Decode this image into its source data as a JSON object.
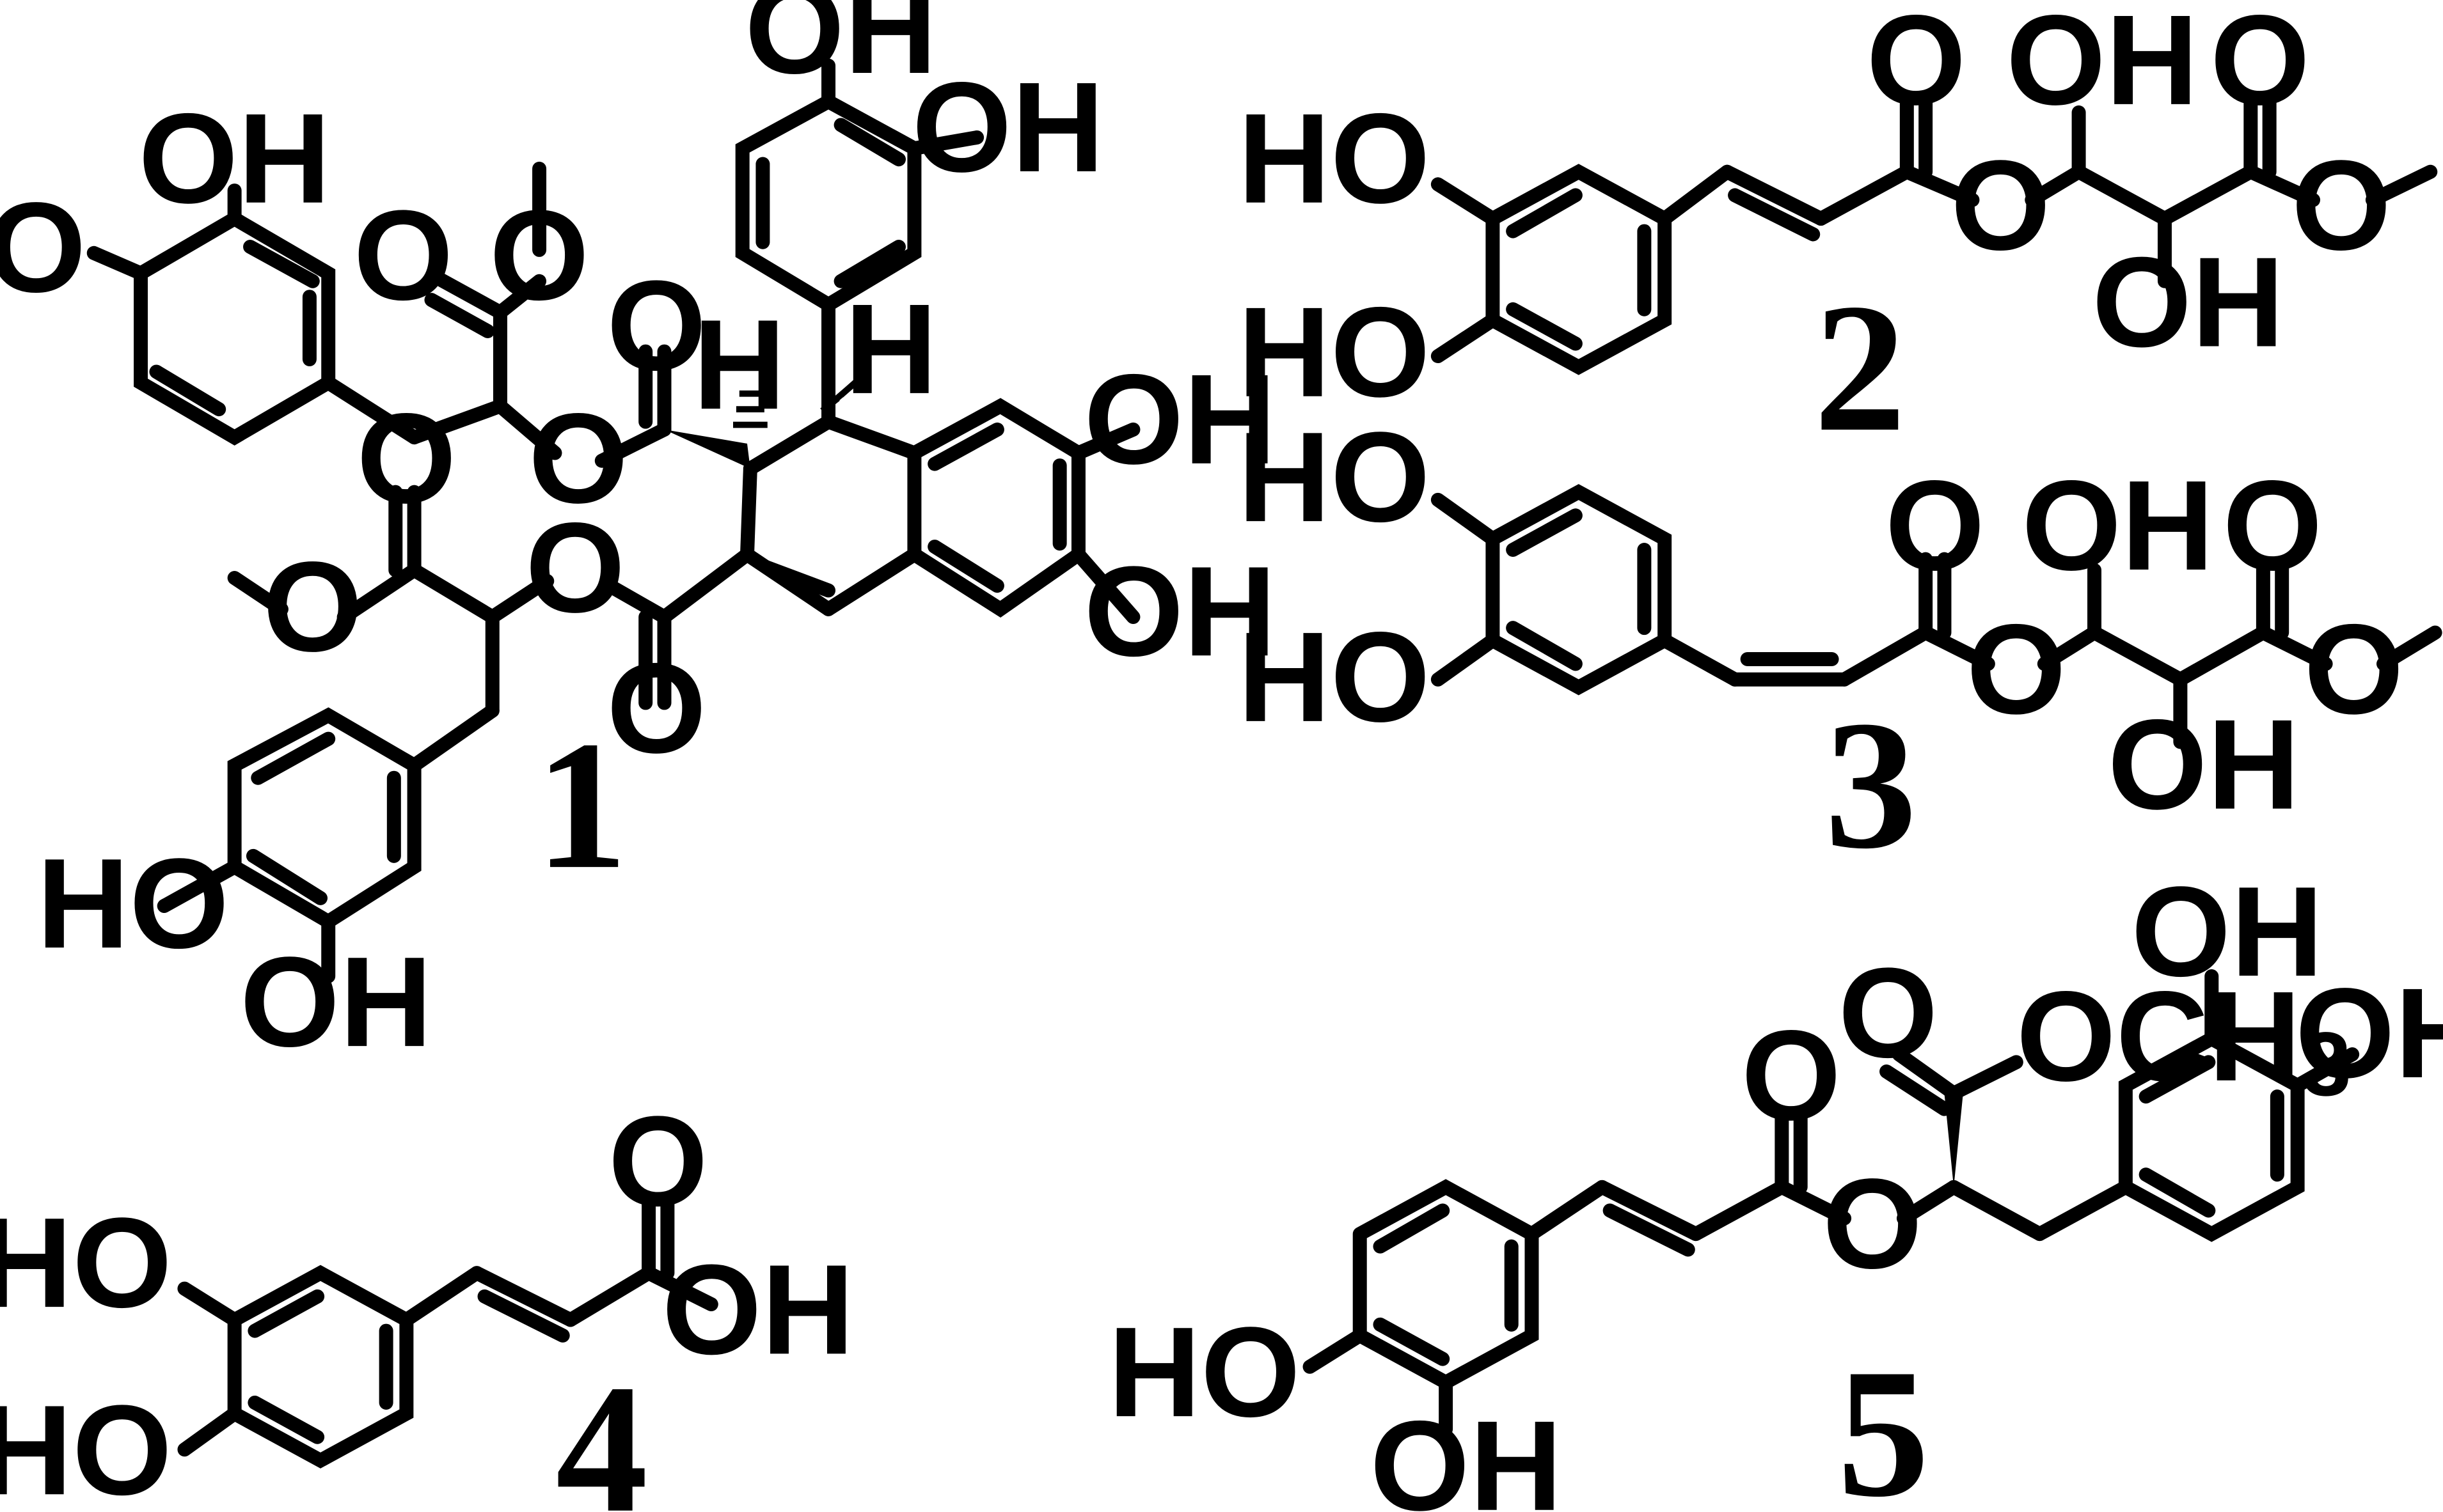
{
  "figure": {
    "labels": {
      "OH": "OH",
      "HO": "HO",
      "O": "O",
      "H": "H",
      "OCH": "OCH",
      "three_sub": "3"
    },
    "compounds": [
      "1",
      "2",
      "3",
      "4",
      "5"
    ]
  }
}
